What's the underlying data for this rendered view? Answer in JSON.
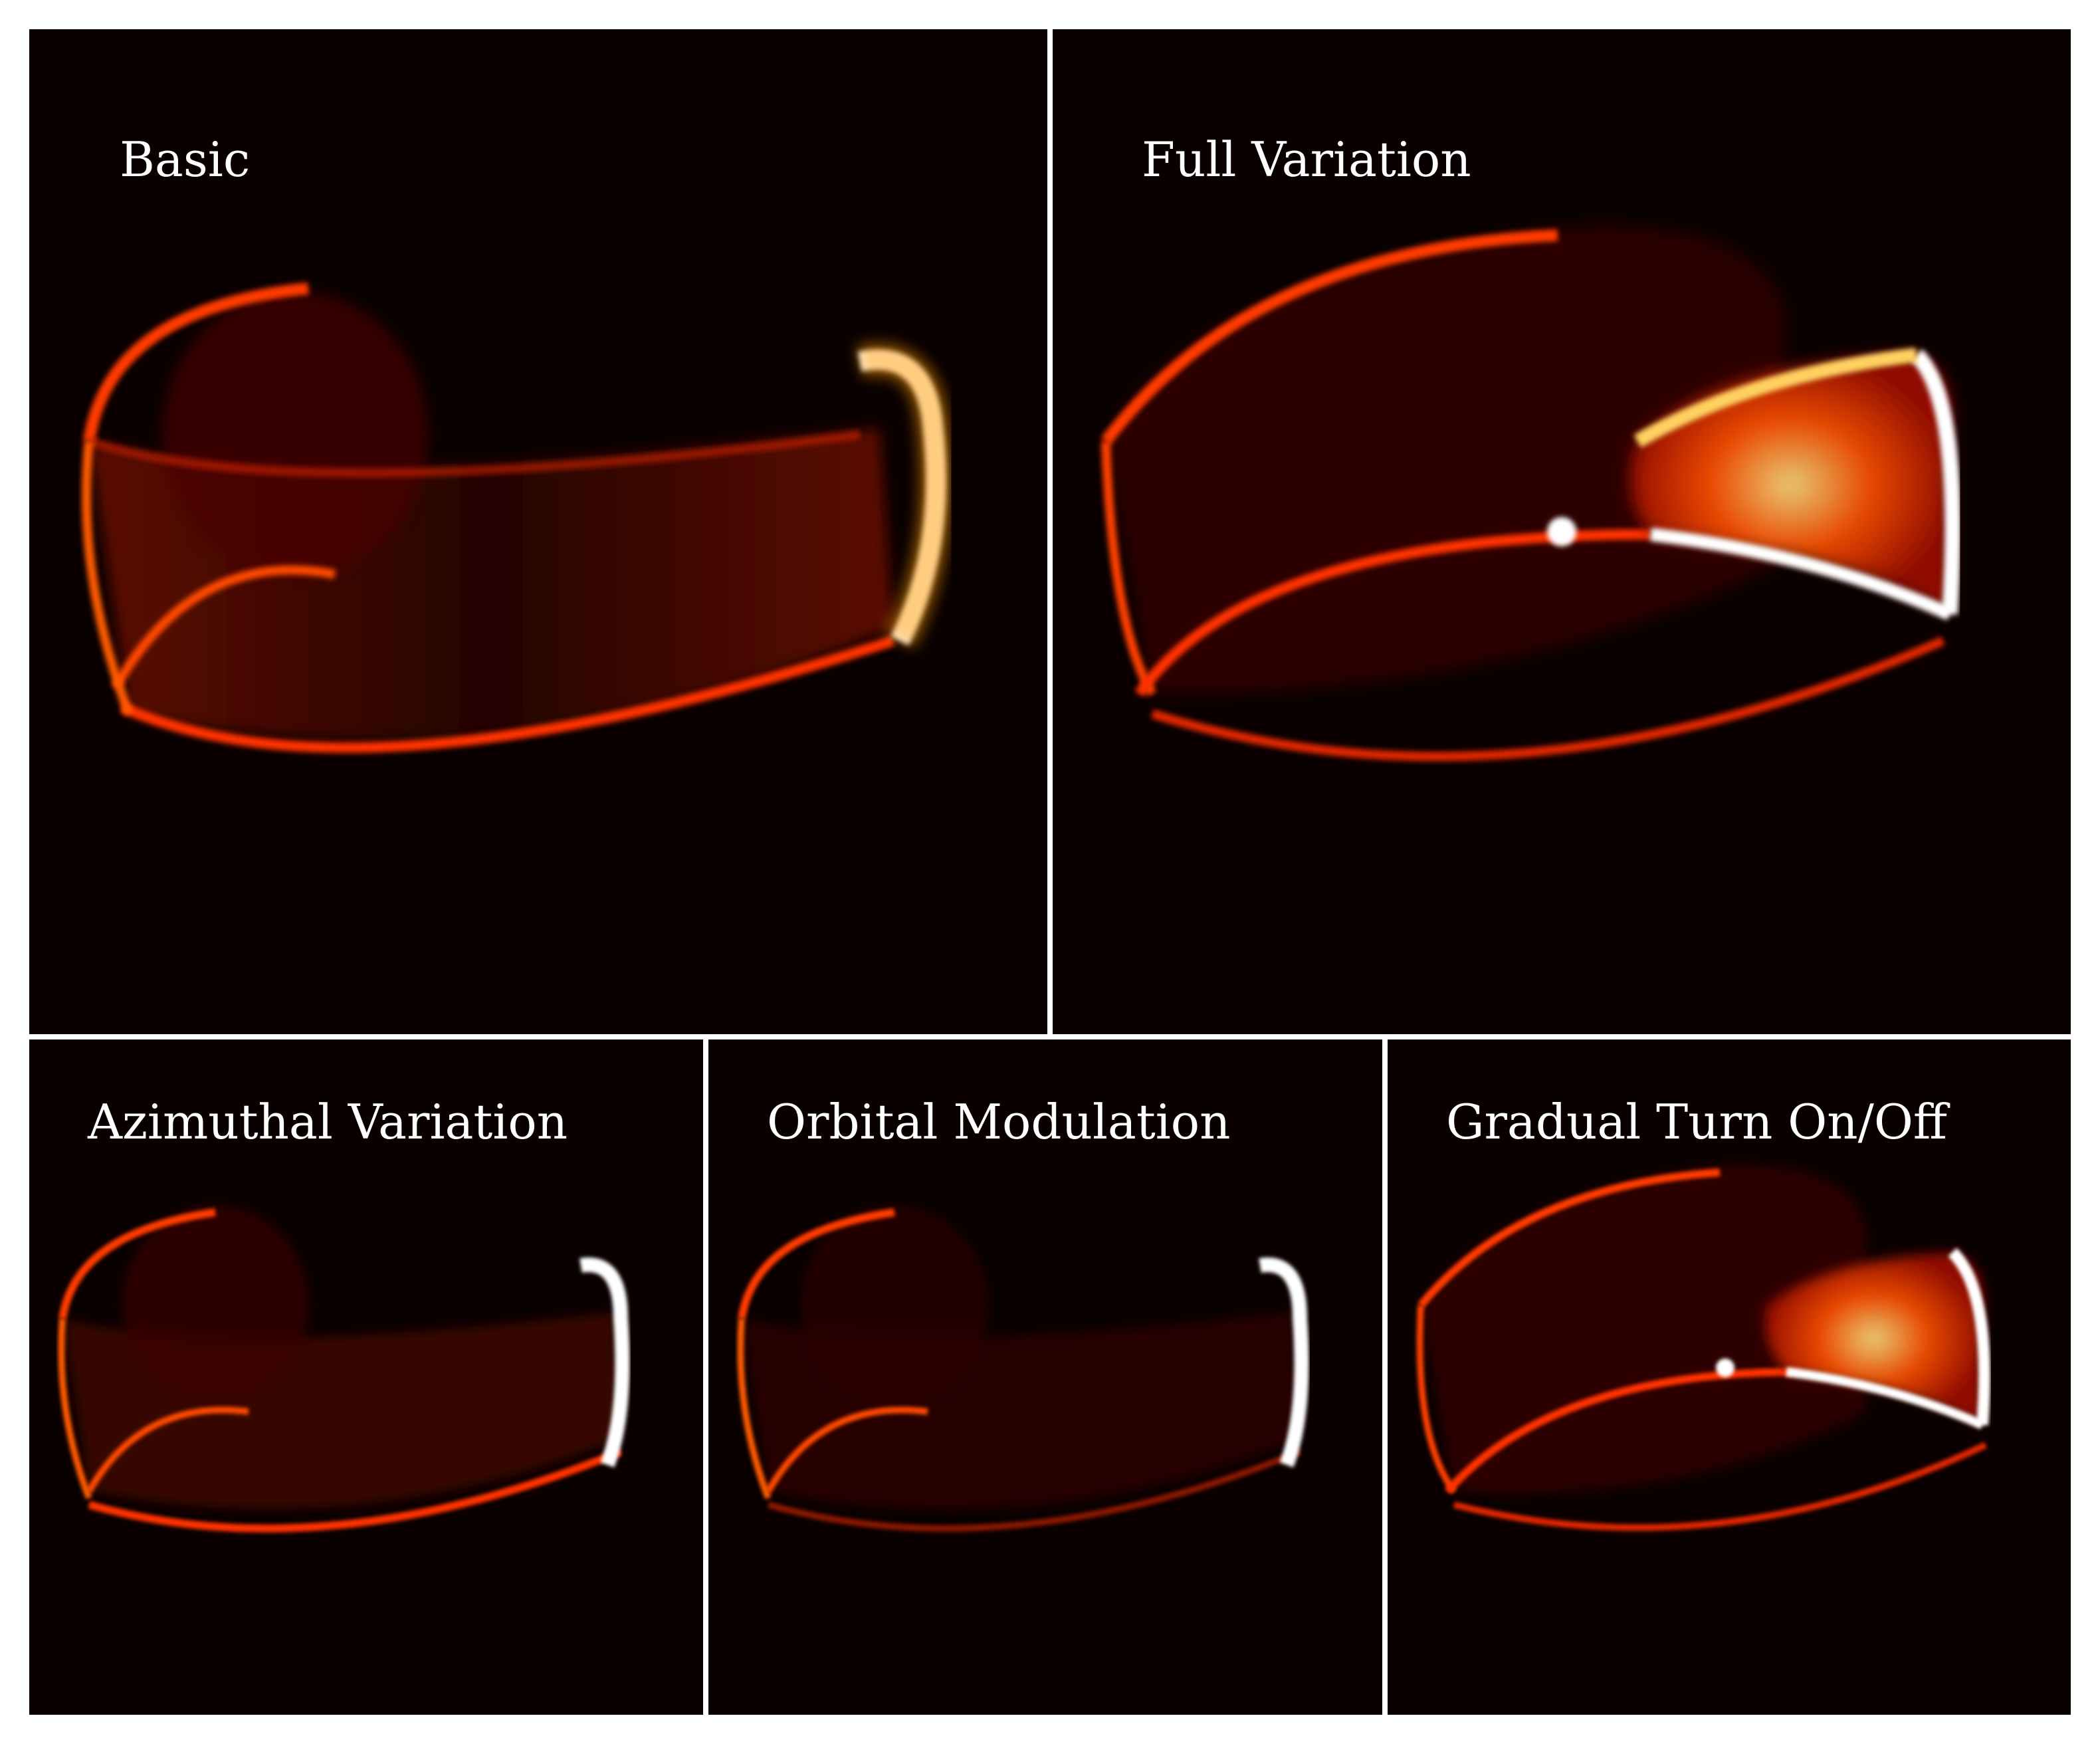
{
  "panels": [
    {
      "id": "basic",
      "label": "Basic"
    },
    {
      "id": "full",
      "label": "Full Variation"
    },
    {
      "id": "azimuthal",
      "label": "Azimuthal Variation"
    },
    {
      "id": "orbital",
      "label": "Orbital Modulation"
    },
    {
      "id": "gradual",
      "label": "Gradual Turn On/Off"
    }
  ],
  "colors": {
    "background": "#0a0000",
    "frame": "#ffffff",
    "glow_dim": "#5a0800",
    "glow_mid": "#e02000",
    "glow_bright": "#ff8a00",
    "glow_hot": "#ffffff"
  }
}
